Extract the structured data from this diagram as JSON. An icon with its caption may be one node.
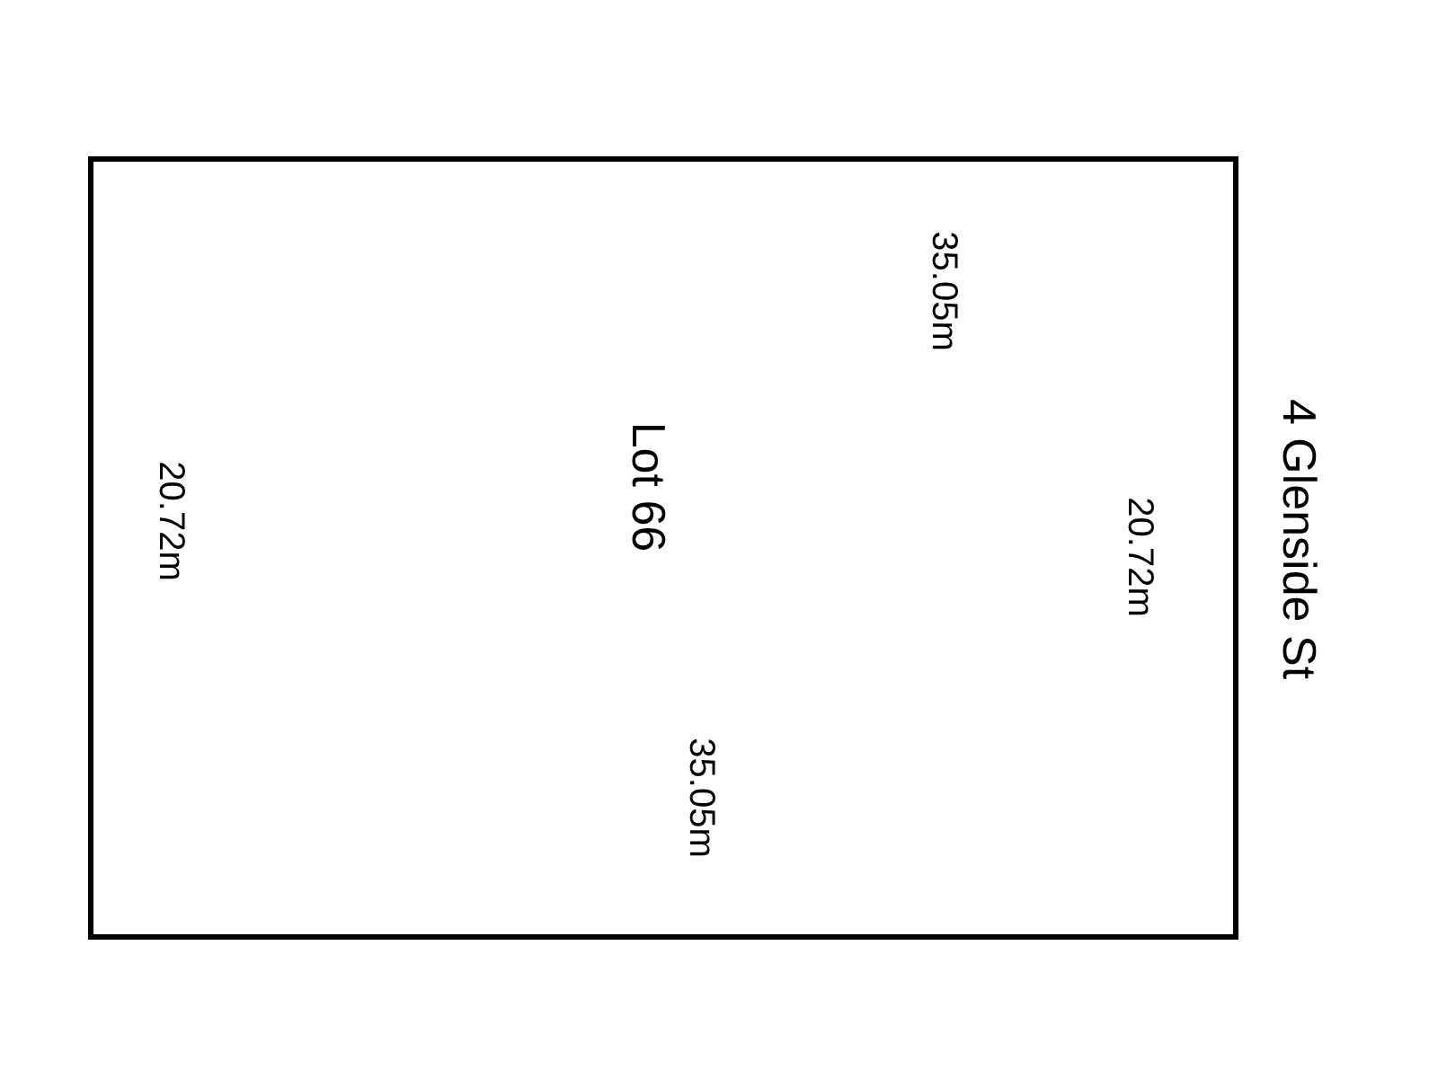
{
  "diagram": {
    "nodes": [
      {
        "text": [
          "Lot 66"
        ]
      }
    ],
    "labels": [
      "35.05m",
      "20.72m",
      "20.72m",
      "35.05m",
      "4 Glenside St"
    ]
  }
}
